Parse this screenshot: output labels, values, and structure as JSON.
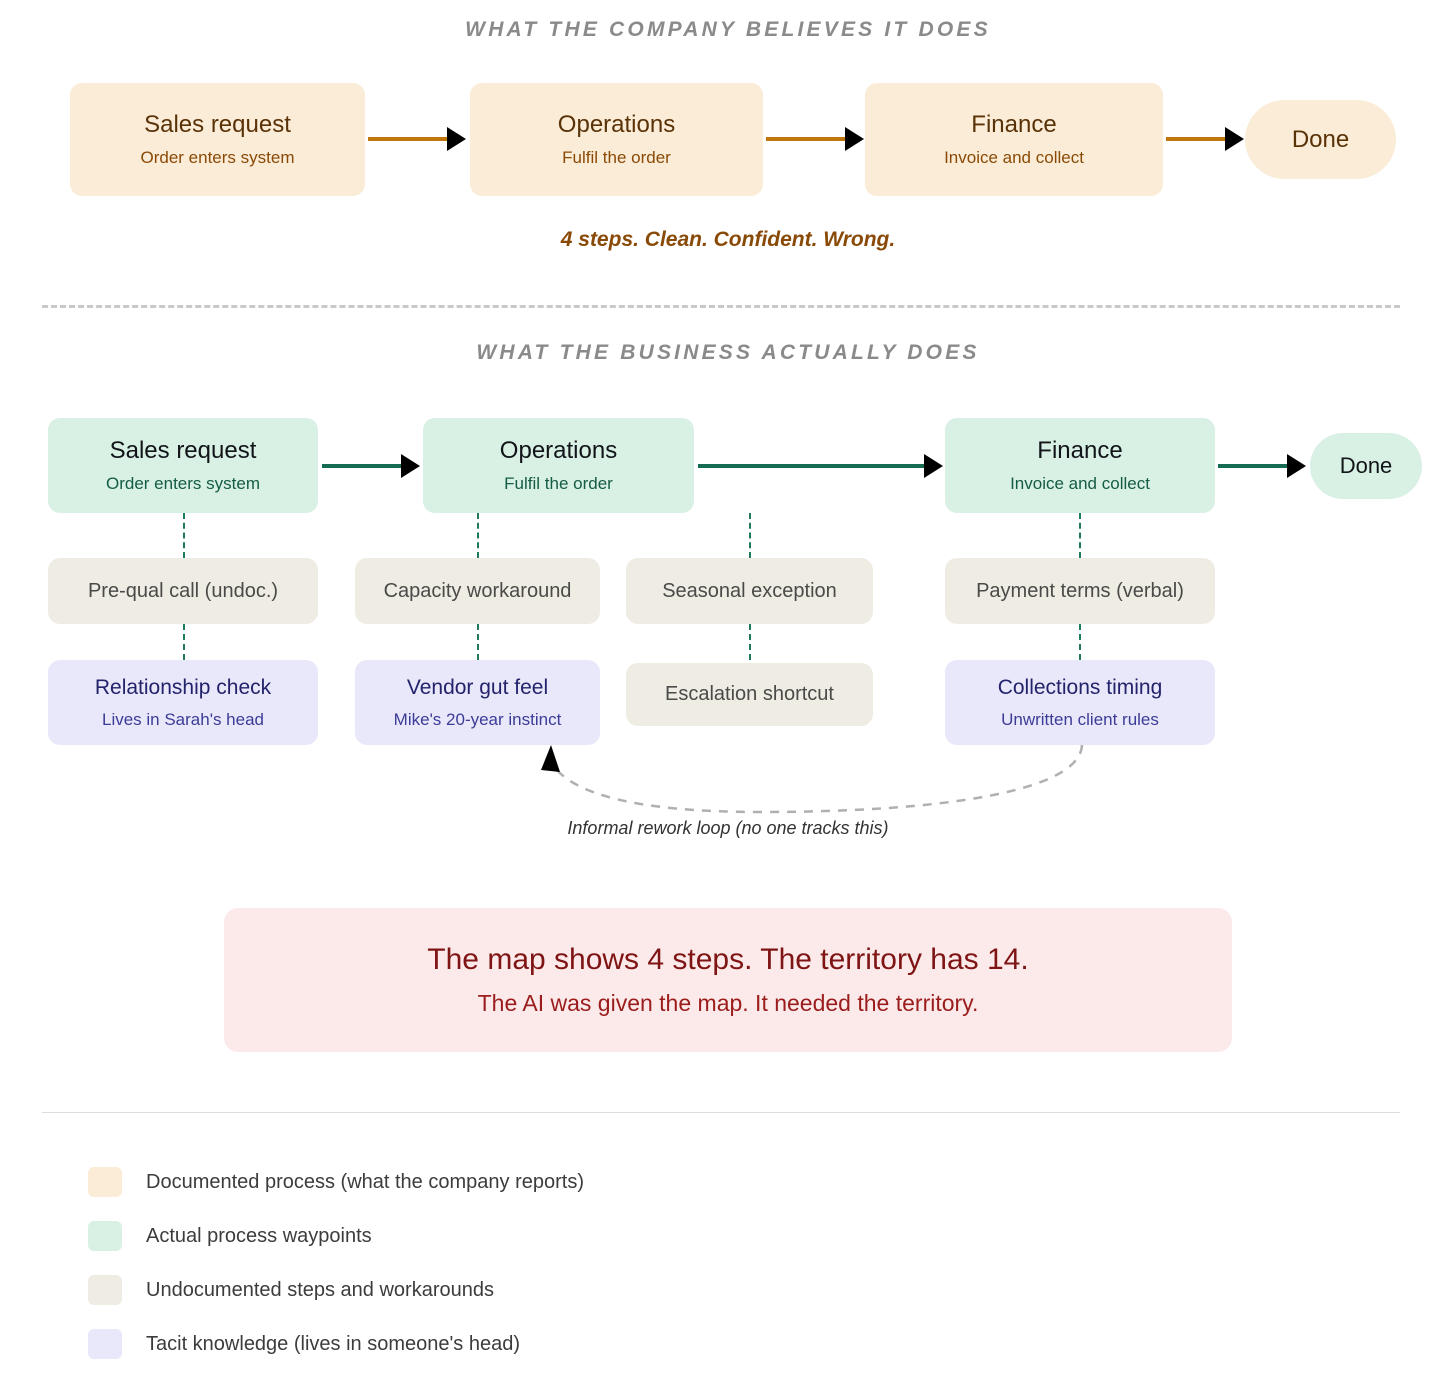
{
  "believed": {
    "heading": "WHAT THE COMPANY BELIEVES IT DOES",
    "tagline": "4 steps. Clean. Confident. Wrong.",
    "steps": [
      {
        "title": "Sales request",
        "subtitle": "Order enters system"
      },
      {
        "title": "Operations",
        "subtitle": "Fulfil the order"
      },
      {
        "title": "Finance",
        "subtitle": "Invoice and collect"
      }
    ],
    "end_label": "Done"
  },
  "actual": {
    "heading": "WHAT THE BUSINESS ACTUALLY DOES",
    "steps": [
      {
        "title": "Sales request",
        "subtitle": "Order enters system"
      },
      {
        "title": "Operations",
        "subtitle": "Fulfil the order"
      },
      {
        "title": "Finance",
        "subtitle": "Invoice and collect"
      }
    ],
    "end_label": "Done",
    "undocumented": [
      {
        "title": "Pre-qual call (undoc.)"
      },
      {
        "title": "Capacity workaround"
      },
      {
        "title": "Seasonal exception"
      },
      {
        "title": "Payment terms (verbal)"
      }
    ],
    "hidden": [
      {
        "title": "Relationship check",
        "subtitle": "Lives in Sarah's head",
        "kind": "tacit"
      },
      {
        "title": "Vendor gut feel",
        "subtitle": "Mike's 20-year instinct",
        "kind": "tacit"
      },
      {
        "title": "Escalation shortcut",
        "subtitle": "",
        "kind": "undocumented"
      },
      {
        "title": "Collections timing",
        "subtitle": "Unwritten client rules",
        "kind": "tacit"
      }
    ],
    "loop_label": "Informal rework loop (no one tracks this)"
  },
  "callout": {
    "line1": "The map shows 4 steps. The territory has 14.",
    "line2": "The AI was given the map. It needed the territory."
  },
  "legend": {
    "items": [
      {
        "label": "Documented process (what the company reports)",
        "color": "#faecd6"
      },
      {
        "label": "Actual process waypoints",
        "color": "#d9f0e5"
      },
      {
        "label": "Undocumented steps and workarounds",
        "color": "#efece3"
      },
      {
        "label": "Tacit knowledge (lives in someone's head)",
        "color": "#e9e8fb"
      }
    ]
  },
  "colors": {
    "documented": "#faecd6",
    "actual": "#d9f0e5",
    "undocumented": "#efece3",
    "tacit": "#e9e8fb",
    "callout_bg": "#fceaea",
    "arrow_brown": "#c1760b",
    "arrow_green": "#156a52",
    "heading_gray": "#8a8a8a"
  }
}
